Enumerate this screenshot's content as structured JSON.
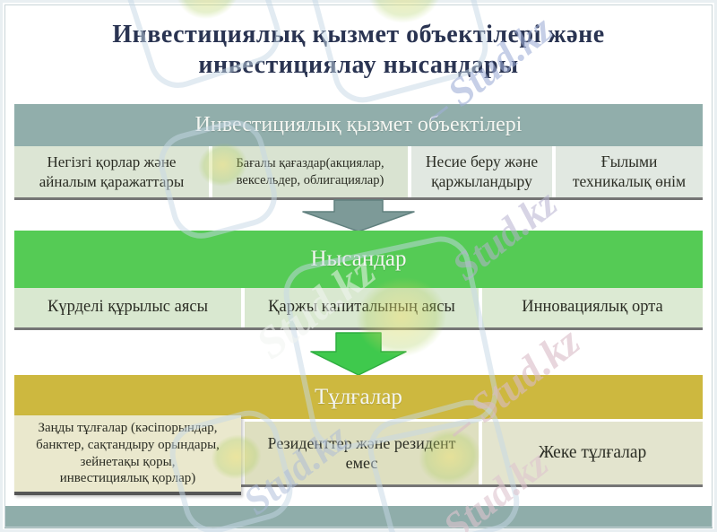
{
  "title": "Инвестициялық қызмет объектілері және\nинвестициялау нысандары",
  "sections": {
    "objects": {
      "header": "Инвестициялық қызмет объектілері",
      "cells": [
        "Негізгі қорлар және\nайналым қаражаттары",
        "Бағалы қағаздар(акциялар,\nвексельдер, облигациялар)",
        "Несие беру және\nқаржыландыру",
        "Ғылыми\nтехникалық өнім"
      ]
    },
    "forms": {
      "header": "Нысандар",
      "cells": [
        "Күрделі құрылыс аясы",
        "Қаржы капиталының аясы",
        "Инновациялық орта"
      ]
    },
    "persons": {
      "header": "Тұлғалар",
      "cells": [
        "Заңды тұлғалар (кәсіпорындар,\nбанктер, сақтандыру орындары,\nзейнетақы қоры,\nинвестициялық қорлар)",
        "Резиденттер және резидент\nемес",
        "Жеке тұлғалар"
      ]
    }
  },
  "watermarks": {
    "brand": "Stud.kz",
    "brand_dashed": "– Stud.kz"
  },
  "colors": {
    "title_text": "#2a3452",
    "objects_header_bg": "#91aeab",
    "forms_header_bg": "#55cb55",
    "persons_header_bg": "#cdb83f",
    "objects_cell_bg": "#dce5d4",
    "forms_cell_bg": "#d9e8d0",
    "persons_cell_bg": "#dedfc0",
    "objects_arrow": "#7d9a98",
    "forms_arrow": "#3fc94d",
    "footer_bar_bg": "#8fadaa"
  }
}
